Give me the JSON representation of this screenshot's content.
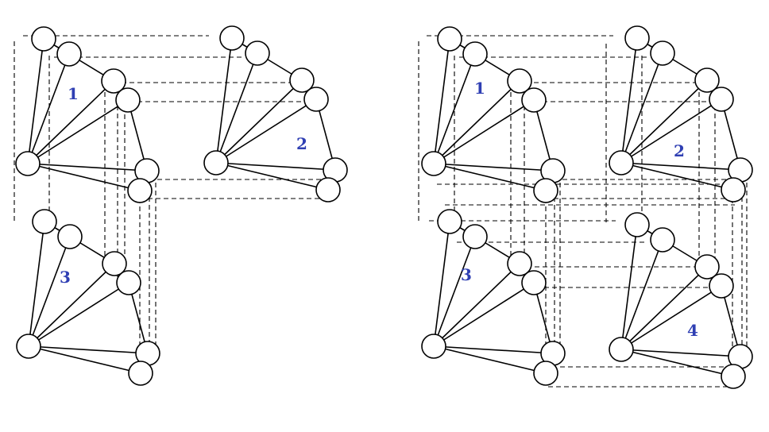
{
  "colors": {
    "node_stroke": "#000000",
    "node_fill": "#ffffff",
    "edge": "#000000",
    "label": "#2f3fb3"
  },
  "figures": [
    {
      "name": "left-figure",
      "clusters": [
        {
          "label": "1"
        },
        {
          "label": "2"
        },
        {
          "label": "3"
        }
      ]
    },
    {
      "name": "right-figure",
      "clusters": [
        {
          "label": "1"
        },
        {
          "label": "2"
        },
        {
          "label": "3"
        },
        {
          "label": "4"
        }
      ]
    }
  ]
}
